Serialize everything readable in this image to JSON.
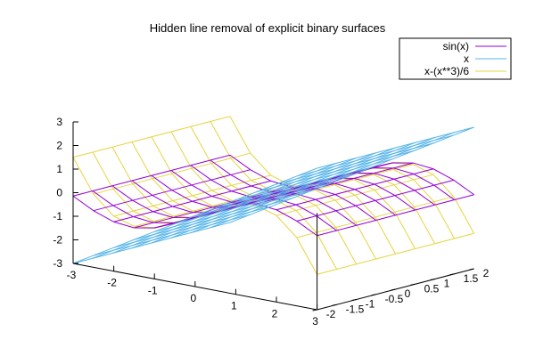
{
  "chart_data": {
    "type": "surface3d",
    "title": "Hidden line removal of explicit binary surfaces",
    "x_range": [
      -3,
      3
    ],
    "y_range": [
      -2,
      2
    ],
    "z_range": [
      -3,
      3
    ],
    "x_ticks": [
      -3,
      -2,
      -1,
      0,
      1,
      2,
      3
    ],
    "y_ticks": [
      -2,
      -1.5,
      -1,
      -0.5,
      0,
      0.5,
      1,
      1.5,
      2
    ],
    "z_ticks": [
      -3,
      -2,
      -1,
      0,
      1,
      2,
      3
    ],
    "x_tick_labels": [
      "-3",
      "-2",
      "-1",
      "0",
      "1",
      "2",
      "3"
    ],
    "y_tick_labels": [
      "-2",
      "-1.5",
      "-1",
      "-0.5",
      "0",
      "0.5",
      "1",
      "1.5",
      "2"
    ],
    "z_tick_labels": [
      "-3",
      "-2",
      "-1",
      "0",
      "1",
      "2",
      "3"
    ],
    "grid_samples": {
      "x": 13,
      "y": 9
    },
    "legend_position": "top-right",
    "series": [
      {
        "name": "sin(x)",
        "function": "sin(x)",
        "color": "#9400d3"
      },
      {
        "name": "x",
        "function": "x",
        "color": "#56b4e9"
      },
      {
        "name": "x-(x**3)/6",
        "function": "x-(x**3)/6",
        "color": "#e6d440"
      }
    ],
    "grid": false
  }
}
